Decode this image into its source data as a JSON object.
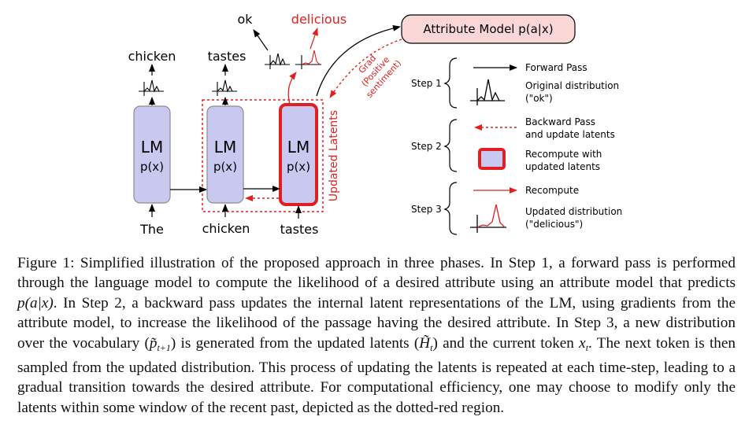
{
  "figure": {
    "lm_label": "LM",
    "px_label": "p(x)",
    "tokens_in": [
      "The",
      "chicken",
      "tastes"
    ],
    "tokens_out": [
      "chicken",
      "tastes"
    ],
    "token_ok": "ok",
    "token_delicious": "delicious",
    "attribute_model": "Attribute Model p(a|x)",
    "grad_lines": [
      "Grad",
      "(Positive",
      "sentiment)"
    ],
    "updated_latents": "Updated Latents",
    "legend": {
      "step1": "Step 1",
      "step2": "Step 2",
      "step3": "Step 3",
      "forward_pass": "Forward Pass",
      "original_dist": [
        "Original distribution",
        "(\"ok\")"
      ],
      "backward_pass": [
        "Backward Pass",
        "and update latents"
      ],
      "recompute_with": [
        "Recompute with",
        "updated latents"
      ],
      "recompute": "Recompute",
      "updated_dist": [
        "Updated distribution",
        "(\"delicious\")"
      ]
    },
    "colors": {
      "lm_fill": "#c8c8f0",
      "lm_stroke": "#8c8c8c",
      "red": "#e02020",
      "attr_fill": "#fad7d7"
    }
  },
  "caption": {
    "p1": "Figure 1: Simplified illustration of the proposed approach in three phases. In Step 1, a forward pass is performed through the language model to compute the likelihood of a desired attribute using an attribute model that predicts ",
    "m1": "p(a|x)",
    "p2": ". In Step 2, a backward pass updates the internal latent representations of the LM, using gradients from the attribute model, to increase the likelihood of the passage having the desired attribute. In Step 3, a new distribution over the vocabulary (",
    "m2": "p̃",
    "m2sub": "t+1",
    "p3": ") is generated from the updated latents (",
    "m3": "H̃",
    "m3sub": "t",
    "p4": ") and the current token ",
    "m4": "x",
    "m4sub": "t",
    "p5": ". The next token is then sampled from the updated distribution. This process of updating the latents is repeated at each time-step, leading to a gradual transition towards the desired attribute. For computational efficiency, one may choose to modify only the latents within some window of the recent past, depicted as the dotted-red region."
  }
}
